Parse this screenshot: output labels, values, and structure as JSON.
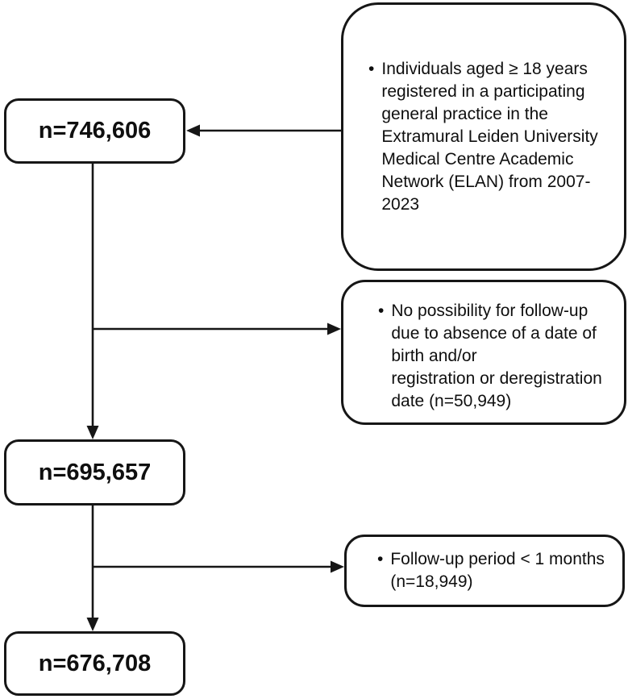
{
  "diagram": {
    "kind": "participant-flow-chart",
    "colors": {
      "line": "#161616",
      "box_background": "#ffffff",
      "text": "#0f0f0f"
    },
    "main_boxes": [
      {
        "id": "count-1",
        "label": "n=746,606"
      },
      {
        "id": "count-2",
        "label": "n=695,657"
      },
      {
        "id": "count-3",
        "label": "n=676,708"
      }
    ],
    "side_boxes": [
      {
        "id": "source-description",
        "bullet": "•",
        "text": "Individuals aged ≥ 18 years\nregistered in a participating\ngeneral practice in the\nExtramural Leiden University\nMedical Centre Academic\nNetwork (ELAN) from 2007-\n2023"
      },
      {
        "id": "exclusion-no-followup",
        "bullet": "•",
        "text": "No possibility for follow-up\ndue to absence of a date of\nbirth and/or\nregistration or deregistration\ndate (n=50,949)"
      },
      {
        "id": "exclusion-short-followup",
        "bullet": "•",
        "text": "Follow-up period < 1 months\n(n=18,949)"
      }
    ]
  }
}
